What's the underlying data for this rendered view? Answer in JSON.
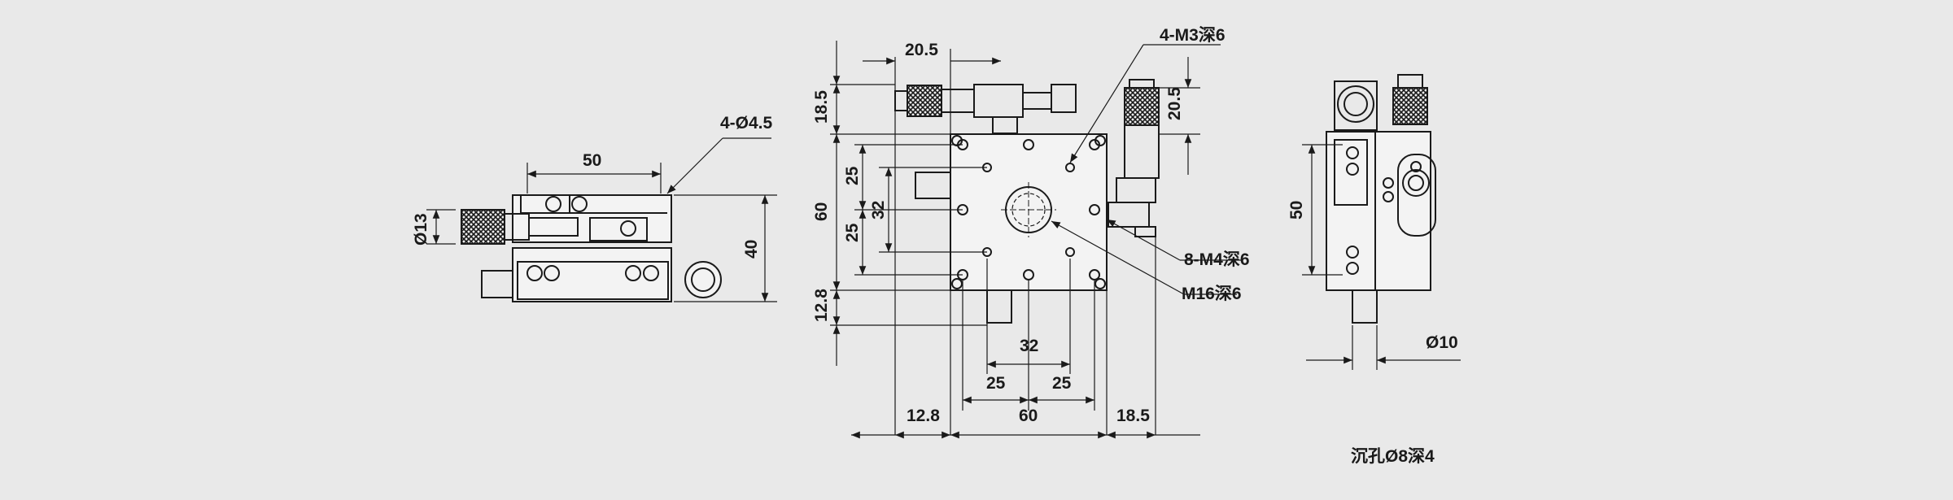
{
  "side_view": {
    "hole_callout": "4-Ø4.5",
    "width_dim": "50",
    "height_dim": "40",
    "knob_dia": "Ø13"
  },
  "top_view": {
    "dim_top_offset": "20.5",
    "dim_micrometer_height": "18.5",
    "callout_m3": "4-M3深6",
    "dim_right_knob": "20.5",
    "dim_25_upper": "25",
    "dim_32_vert": "32",
    "dim_60_vert": "60",
    "dim_25_lower": "25",
    "callout_m4": "8-M4深6",
    "callout_m16": "M16深6",
    "dim_12_8_vert": "12.8",
    "dim_32_horiz": "32",
    "dim_25_left": "25",
    "dim_25_right": "25",
    "dim_12_8_horiz": "12.8",
    "dim_60_horiz": "60",
    "dim_18_5_horiz": "18.5"
  },
  "end_view": {
    "dim_50": "50",
    "dim_dia10": "Ø10",
    "note": "沉孔Ø8深4"
  },
  "colors": {
    "line": "#1a1a1a",
    "background": "#e9e9e9",
    "knurl": "#2a2a2a"
  }
}
